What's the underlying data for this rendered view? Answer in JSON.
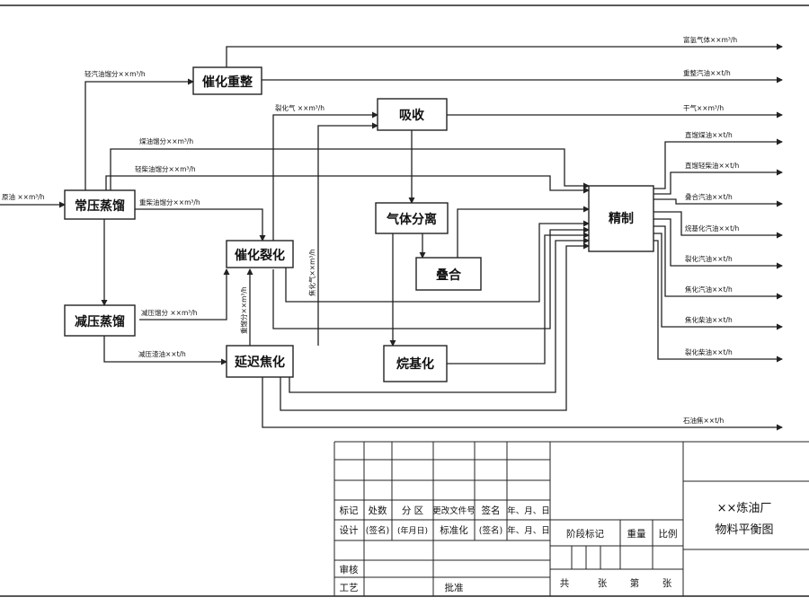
{
  "units": {
    "atmos": "常压蒸馏",
    "vacuum": "减压蒸馏",
    "reform": "催化重整",
    "crack": "催化裂化",
    "coking": "延迟焦化",
    "absorb": "吸收",
    "gassep": "气体分离",
    "polym": "叠合",
    "alkyl": "烷基化",
    "refine": "精制"
  },
  "streams": {
    "crude": "原油 ××m³/h",
    "light_naphtha": "轻汽油馏分××m³/h",
    "kerosene_cut": "煤油馏分××m³/h",
    "light_diesel_cut": "轻柴油馏分××m³/h",
    "heavy_diesel_cut": "重柴油馏分××m³/h",
    "vac_cut": "减压馏分 ××m³/h",
    "vac_residue": "减压渣油××t/h",
    "crack_gas": "裂化气 ××m³/h",
    "coker_gas": "焦化气××m³/h",
    "heavy_cut": "重馏分××m³/h"
  },
  "products": {
    "h2_gas": "富氢气体××m³/h",
    "reformate": "重整汽油××t/h",
    "dry_gas": "干气××m³/h",
    "sr_kerosene": "直馏煤油××t/h",
    "sr_light_diesel": "直馏轻柴油××t/h",
    "poly_gasoline": "叠合汽油××t/h",
    "alkylate": "烷基化汽油××t/h",
    "cracked_gasoline": "裂化汽油××t/h",
    "coker_gasoline": "焦化汽油××t/h",
    "coker_diesel": "焦化柴油××t/h",
    "cracked_diesel": "裂化柴油××t/h",
    "pet_coke": "石油焦××t/h"
  },
  "title_block": {
    "hdr_mark": "标记",
    "hdr_count": "处数",
    "hdr_zone": "分 区",
    "hdr_doc": "更改文件号",
    "hdr_sign": "签名",
    "hdr_date": "年、月、日",
    "r_design": "设计",
    "r_sign": "(签名)",
    "r_date": "(年月日)",
    "r_std": "标准化",
    "r_sign2": "(签名)",
    "r_date2": "年、月、日",
    "r_review": "审核",
    "r_process": "工艺",
    "r_approve": "批准",
    "stage": "阶段标记",
    "weight": "重量",
    "scale": "比例",
    "total": "共",
    "sheets": "张",
    "page": "第",
    "sheet": "张",
    "factory": "××炼油厂",
    "drawing": "物料平衡图"
  }
}
